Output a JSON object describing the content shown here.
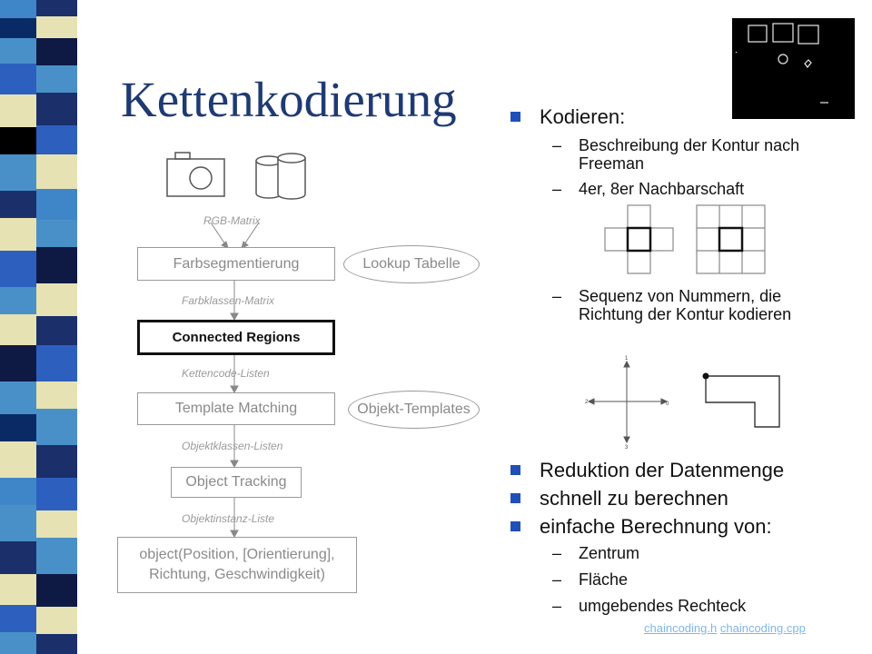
{
  "slide": {
    "title": "Kettenkodierung",
    "bullets": [
      {
        "text": "Kodieren:"
      },
      {
        "text": "Reduktion der Datenmenge"
      },
      {
        "text": "schnell zu berechnen"
      },
      {
        "text": "einfache Berechnung von:"
      }
    ],
    "sub_kodieren": [
      "Beschreibung der Kontur nach Freeman",
      "4er, 8er Nachbarschaft",
      "Sequenz von Nummern, die Richtung der Kontur kodieren"
    ],
    "sub_berechnung": [
      "Zentrum",
      "Fläche",
      "umgebendes Rechteck"
    ],
    "dash": "–",
    "direction_labels": {
      "up": "1",
      "left": "2",
      "right": "0",
      "down": "3"
    },
    "links": [
      "chaincoding.h",
      "chaincoding.cpp"
    ]
  },
  "diagram": {
    "labels": {
      "rgb": "RGB-Matrix",
      "farbklassen": "Farbklassen-Matrix",
      "kettencode": "Kettencode-Listen",
      "objektklassen": "Objektklassen-Listen",
      "objektinstanz": "Objektinstanz-Liste"
    },
    "boxes": {
      "farbsegmentierung": "Farbsegmentierung",
      "lookup": "Lookup Tabelle",
      "connected": "Connected Regions",
      "template": "Template Matching",
      "objekt_templates": "Objekt-Templates",
      "tracking": "Object Tracking",
      "output_line1": "object(Position, [Orientierung],",
      "output_line2": "Richtung, Geschwindigkeit)"
    }
  },
  "colors": {
    "title": "#1f3a73",
    "bullet": "#1f4fb8",
    "link": "#7fb7e8",
    "stripe": [
      "#1b2f6b",
      "#3f86c9",
      "#0f1a44",
      "#e6e2b3",
      "#4a90c8",
      "#000000",
      "#2d5fbf",
      "#0a2a66"
    ]
  }
}
